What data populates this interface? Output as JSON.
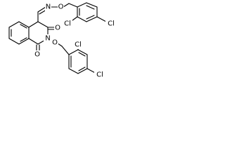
{
  "molecule": {
    "atoms": {
      "o_top": "O",
      "n_imine": "N",
      "cl_top_left": "Cl",
      "cl_top_right": "Cl",
      "n_ring": "N",
      "o_ring_c3": "O",
      "o_ring_c1": "O",
      "o_n_ether": "O",
      "cl_bottom_left": "Cl",
      "cl_bottom_right": "Cl"
    },
    "colors": {
      "bond": "#000000",
      "label": "#000000",
      "background": "#ffffff"
    }
  }
}
